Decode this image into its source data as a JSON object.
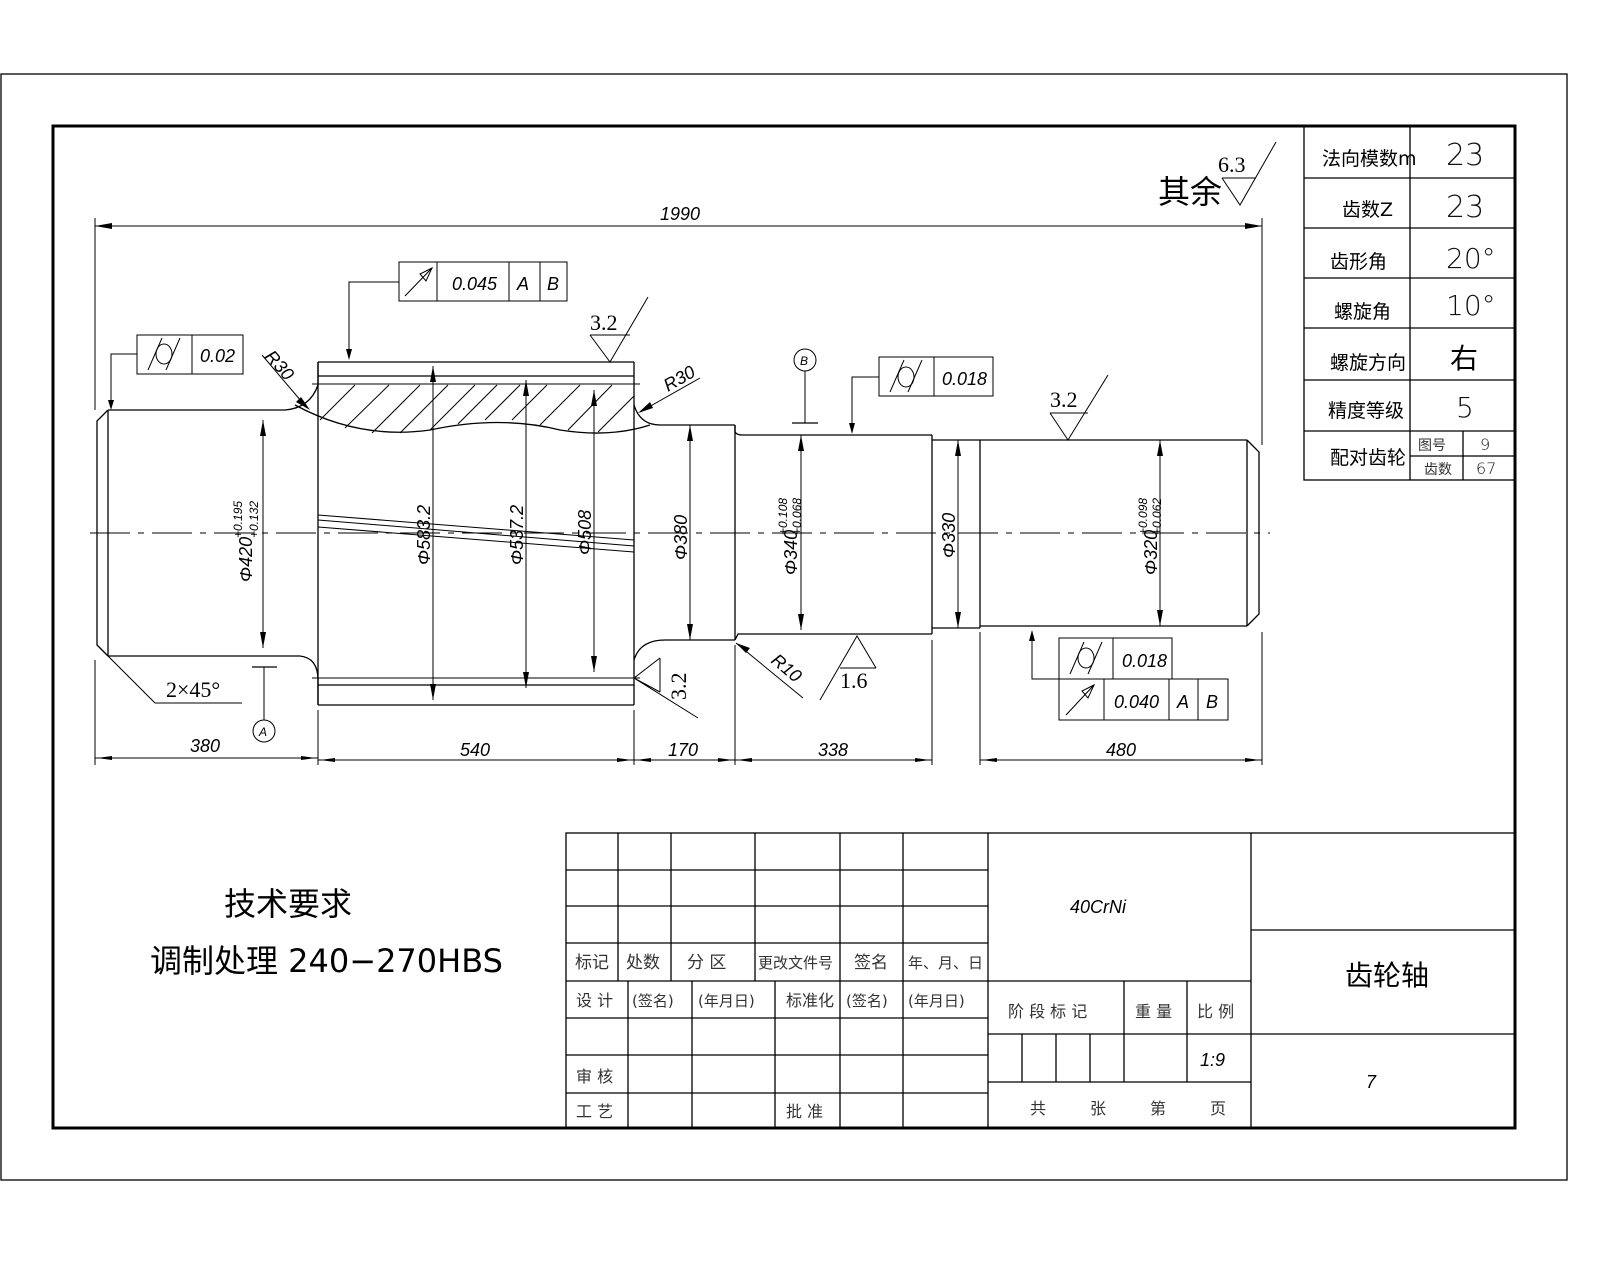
{
  "drawing": {
    "title": "齿轮轴",
    "material": "40CrNi",
    "scale": "1:9",
    "drawing_number": "7",
    "surface_other": {
      "label": "其余",
      "value": "6.3"
    },
    "technical_requirements": {
      "heading": "技术要求",
      "line1": "调制处理 240−270HBS"
    }
  },
  "gear_params": [
    {
      "label": "法向模数m",
      "value": "23"
    },
    {
      "label": "齿数Z",
      "value": "23"
    },
    {
      "label": "齿形角",
      "value": "20°"
    },
    {
      "label": "螺旋角",
      "value": "10°"
    },
    {
      "label": "螺旋方向",
      "value": "右"
    },
    {
      "label": "精度等级",
      "value": "5"
    }
  ],
  "mating_gear": {
    "label": "配对齿轮",
    "rows": [
      {
        "label": "图号",
        "value": "9"
      },
      {
        "label": "齿数",
        "value": "67"
      }
    ]
  },
  "dimensions": {
    "overall": "1990",
    "lengths": [
      "380",
      "540",
      "170",
      "338",
      "480"
    ],
    "dia_420": {
      "base": "Φ420",
      "upper": "+0.195",
      "lower": "+0.132"
    },
    "dia_tip": "Φ583.2",
    "dia_pitch": "Φ537.2",
    "dia_root": "Φ508",
    "dia_380": "Φ380",
    "dia_340": {
      "base": "Φ340",
      "upper": "+0.108",
      "lower": "+0.068"
    },
    "dia_330": "Φ330",
    "dia_320": {
      "base": "Φ320",
      "upper": "+0.098",
      "lower": "+0.062"
    },
    "radius_left": "R30",
    "radius_right": "R30",
    "radius_small": "R10",
    "chamfer": "2×45°"
  },
  "roughness": {
    "gear_top": "3.2",
    "gear_side": "3.2",
    "shaft_right": "3.2",
    "bearing": "1.6"
  },
  "tolerances": {
    "cyl_left": {
      "symbol": "cylindricity",
      "value": "0.02"
    },
    "runout_gear": {
      "symbol": "runout",
      "value": "0.045",
      "datums": [
        "A",
        "B"
      ]
    },
    "cyl_mid": {
      "symbol": "cylindricity",
      "value": "0.018"
    },
    "cyl_right": {
      "symbol": "cylindricity",
      "value": "0.018"
    },
    "runout_right": {
      "symbol": "runout",
      "value": "0.040",
      "datums": [
        "A",
        "B"
      ]
    }
  },
  "datums": {
    "a": "A",
    "b": "B"
  },
  "title_block": {
    "rev_headers": [
      "标记",
      "处数",
      "分 区",
      "更改文件号",
      "签名",
      "年、月、日"
    ],
    "design_row": [
      "设 计",
      "(签名)",
      "(年月日)",
      "标准化",
      "(签名)",
      "(年月日)"
    ],
    "review": "审 核",
    "process": "工 艺",
    "approve": "批 准",
    "stage_mark": "阶 段 标 记",
    "weight": "重 量",
    "scale_label": "比 例",
    "sheets": [
      "共",
      "张",
      "第",
      "页"
    ]
  }
}
